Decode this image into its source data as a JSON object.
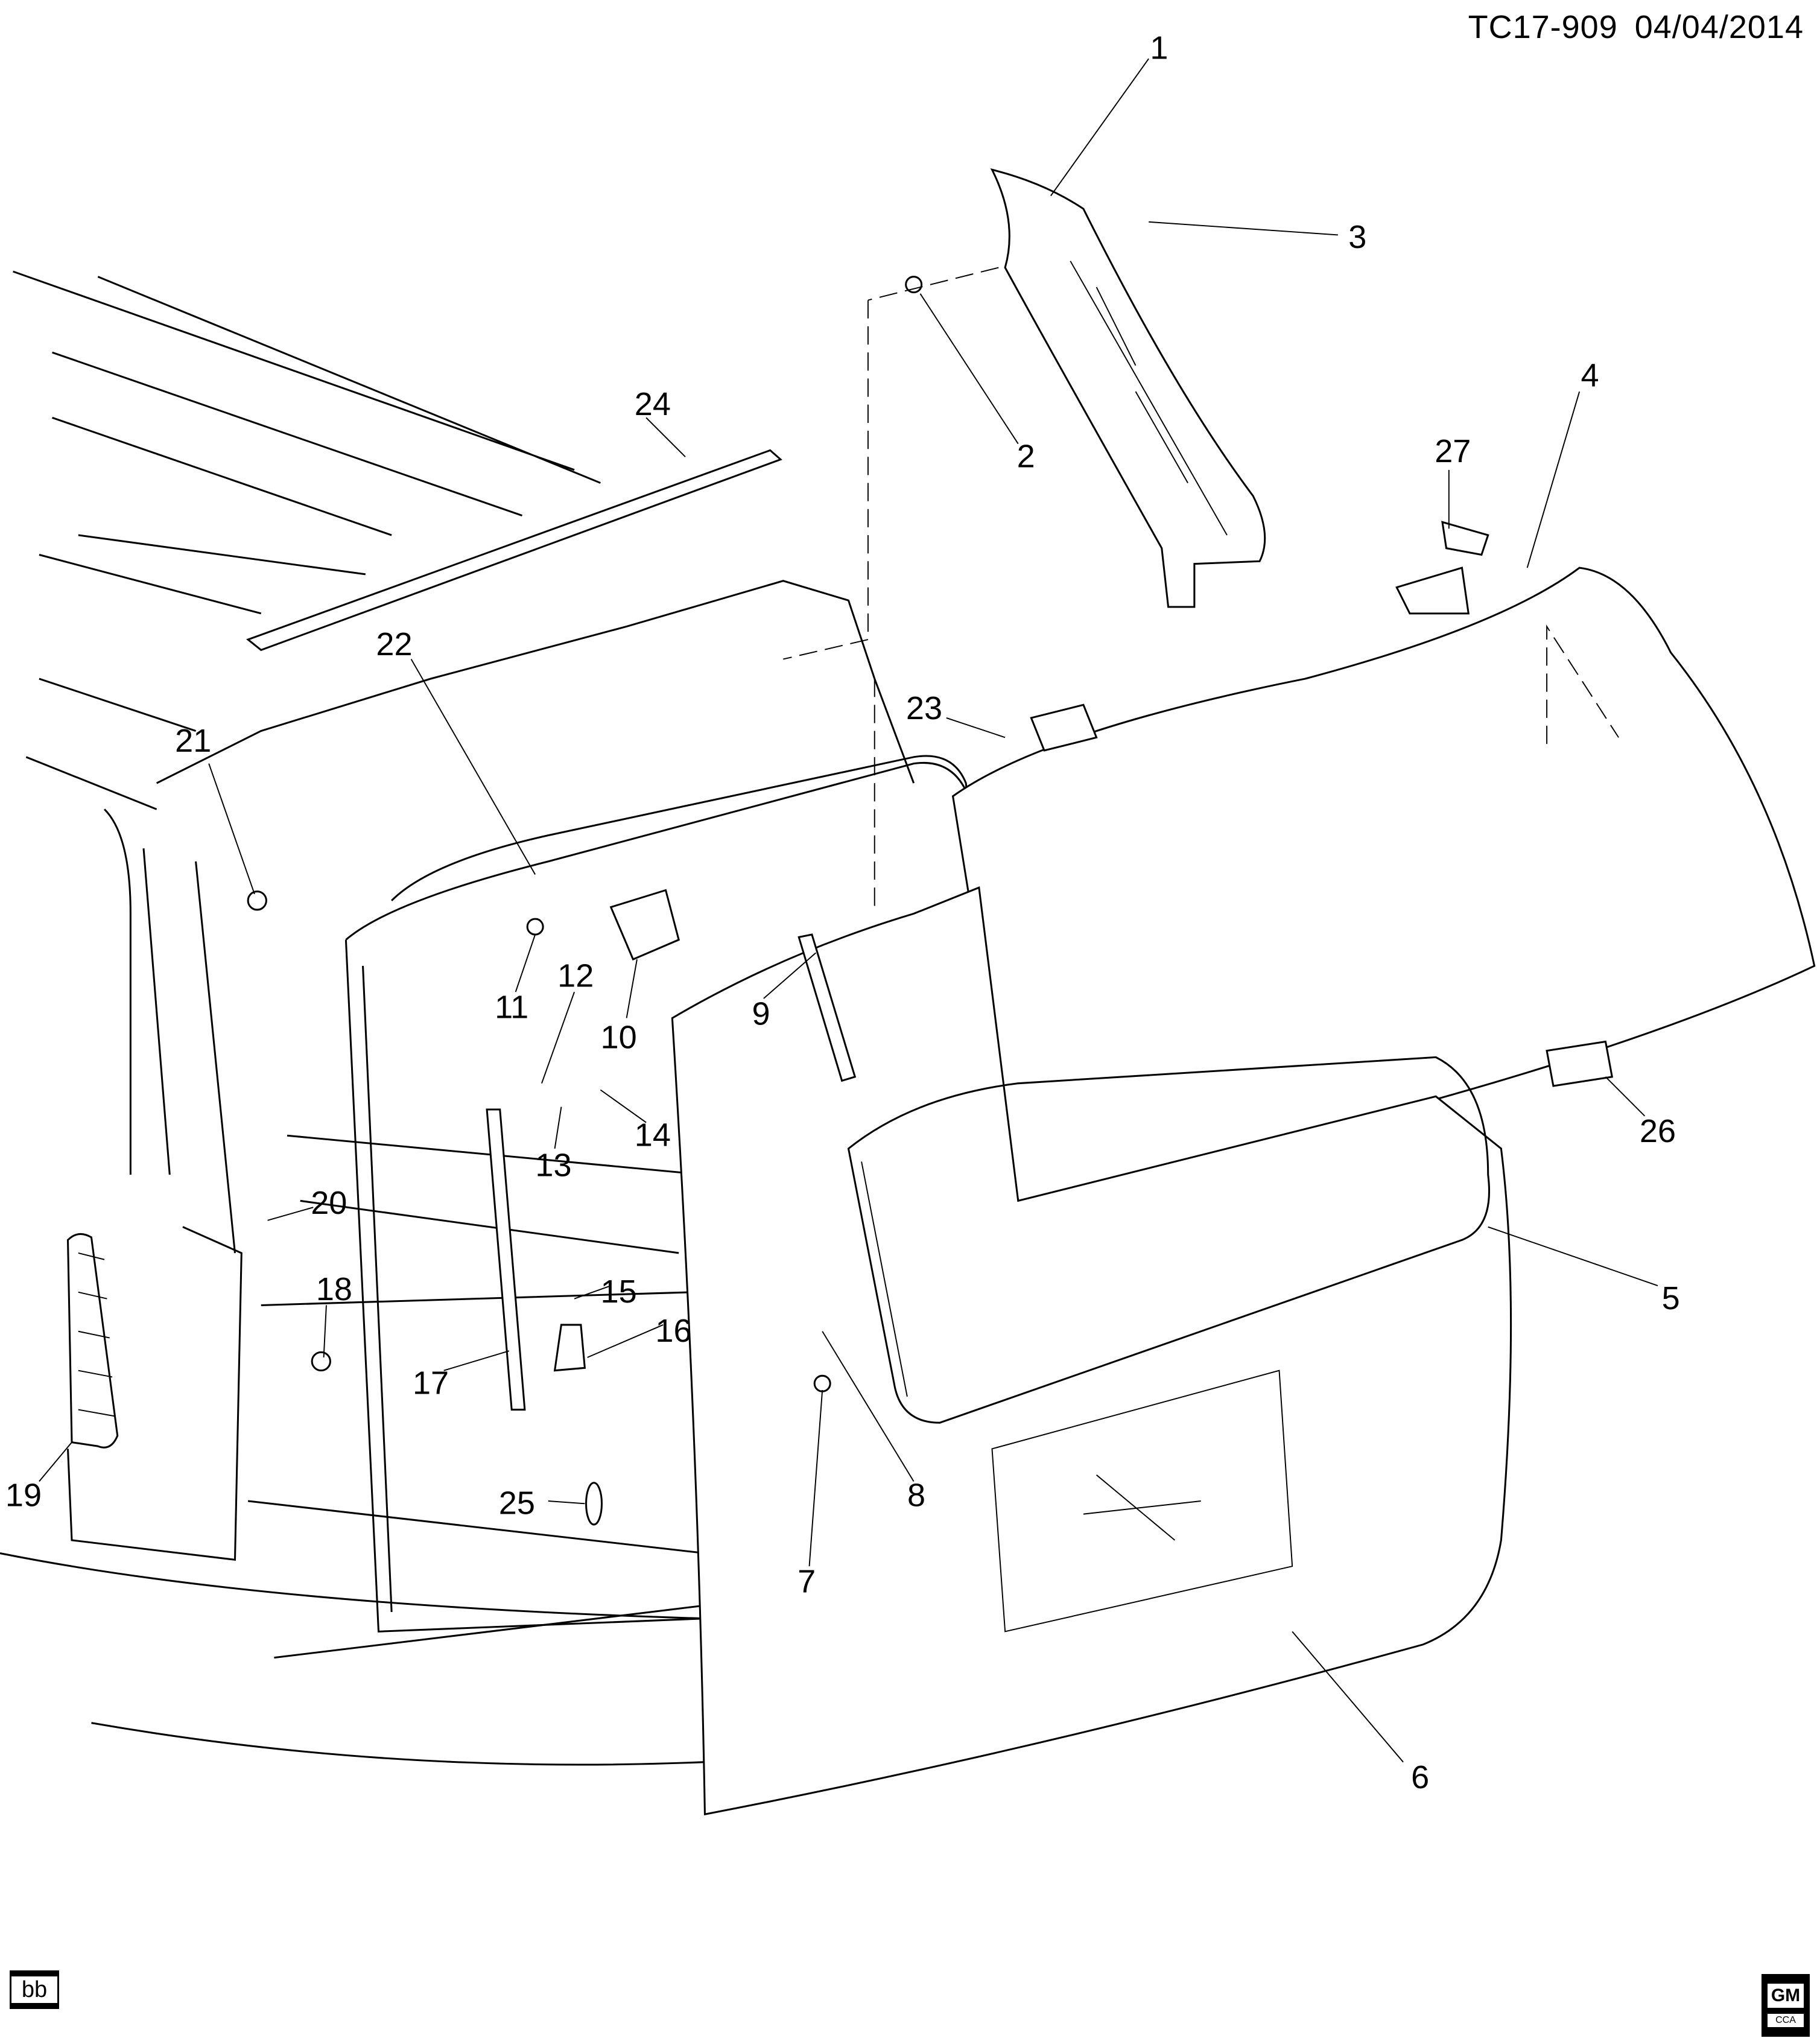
{
  "header": {
    "code": "TC17-909",
    "date": "04/04/2014"
  },
  "callouts": [
    "1",
    "2",
    "3",
    "4",
    "5",
    "6",
    "7",
    "8",
    "9",
    "10",
    "11",
    "12",
    "13",
    "14",
    "15",
    "16",
    "17",
    "18",
    "19",
    "20",
    "21",
    "22",
    "23",
    "24",
    "25",
    "26",
    "27"
  ],
  "footer": {
    "badge": "bb"
  },
  "logo": {
    "brand": "GM",
    "sub": "CCA"
  }
}
